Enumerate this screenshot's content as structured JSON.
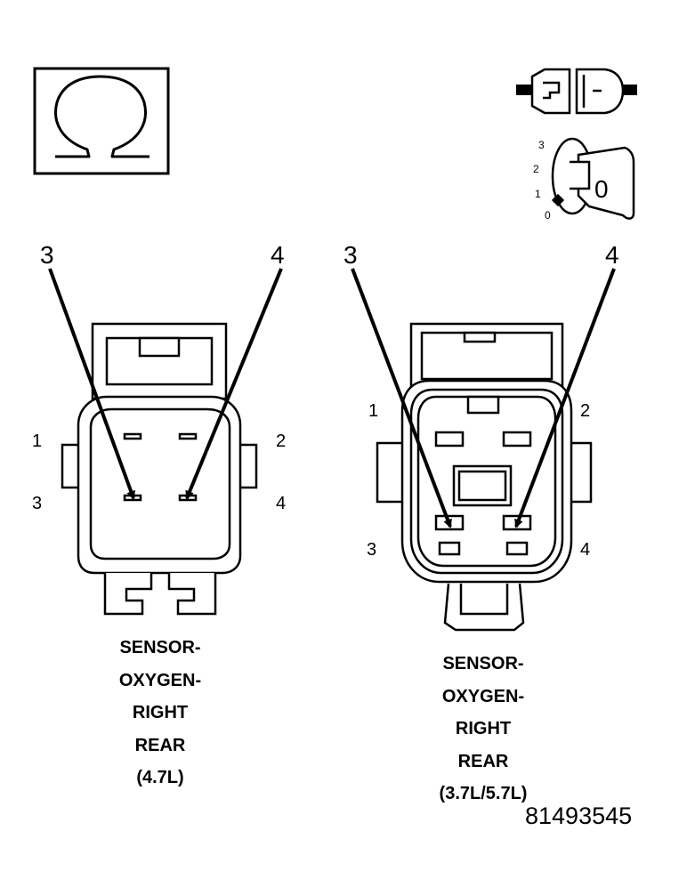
{
  "meter_symbol": "ohmmeter-icon",
  "ignition": {
    "icon": "ignition-key-icon",
    "key_label": "0",
    "positions": [
      "3",
      "2",
      "1",
      "0"
    ]
  },
  "connector_left": {
    "probe_labels": [
      "3",
      "4"
    ],
    "cavity_numbers": [
      "1",
      "2",
      "3",
      "4"
    ],
    "caption_lines": [
      "SENSOR-",
      "OXYGEN-",
      "RIGHT",
      "REAR",
      "(4.7L)"
    ]
  },
  "connector_right": {
    "probe_labels": [
      "3",
      "4"
    ],
    "cavity_numbers": [
      "1",
      "2",
      "3",
      "4"
    ],
    "caption_lines": [
      "SENSOR-",
      "OXYGEN-",
      "RIGHT",
      "REAR",
      "(3.7L/5.7L)"
    ]
  },
  "figure_id": "81493545"
}
